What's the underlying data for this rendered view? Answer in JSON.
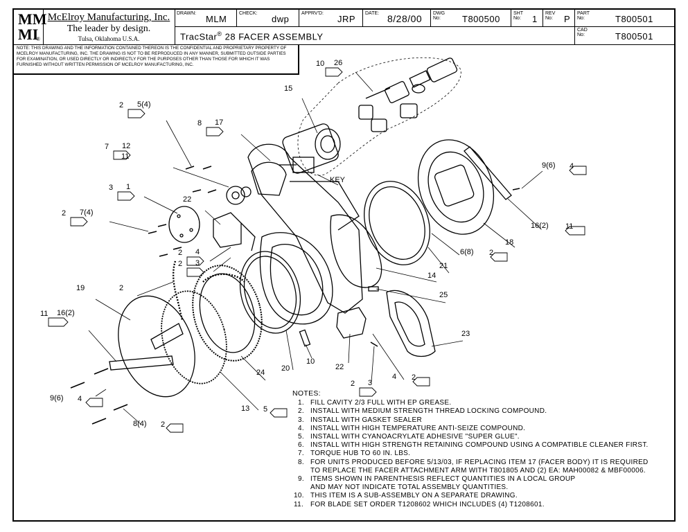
{
  "title_block": {
    "logo_top": "MM",
    "logo_bottom": "MI",
    "company_name": "McElroy Manufacturing, Inc.",
    "tagline": "The leader by design.",
    "city": "Tulsa, Oklahoma U.S.A.",
    "registered": "®",
    "drawn_label": "DRAWN:",
    "drawn_value": "MLM",
    "check_label": "CHECK:",
    "check_value": "dwp",
    "apprvd_label": "APPRV'D:",
    "apprvd_value": "JRP",
    "date_label": "DATE:",
    "date_value": "8/28/00",
    "dwg_label": "DWG No:",
    "dwg_value": "T800500",
    "sht_label": "SHT No:",
    "sht_value": "1",
    "rev_label": "REV No:",
    "rev_value": "P",
    "part_label": "PART No:",
    "part_value": "T800501",
    "cad_label": "CAD No:",
    "cad_value": "T800501",
    "assembly_title": "TracStar",
    "assembly_reg": "®",
    "assembly_rest": "28 FACER ASSEMBLY"
  },
  "confidential_note": "NOTE: THIS DRAWING AND THE INFORMATION CONTAINED THEREON IS THE CONFIDENTIAL AND PROPRIETARY PROPERTY OF McElroy Manufacturing, Inc. THE DRAWING IS NOT TO BE REPRODUCED IN ANY MANNER, SUBMITTED OUTSIDE PARTIES FOR EXAMINATION, OR USED DIRECTLY OR INDIRECTLY FOR THE PURPOSES OTHER THAN THOSE FOR WHICH IT WAS FURNISHED WITHOUT WRITTEN PERMISSION OF McElroy Manufacturing, Inc.",
  "callouts": {
    "c10_26_flag": "10",
    "c10_26": "26",
    "c15": "15",
    "c2_5_flag": "2",
    "c2_5": "5(4)",
    "c8_17_flag": "8",
    "c8_17": "17",
    "c7_12_flag": "7",
    "c7_12": "12",
    "c11": "11",
    "c3_1_flag": "3",
    "c3_1": "1",
    "c2_7_flag": "2",
    "c2_7": "7(4)",
    "c22a": "22",
    "c2_4_flag": "2",
    "c2_4": "4",
    "c2_3_flag": "2",
    "c2_3": "3",
    "c2": "2",
    "c19": "19",
    "c11_16_flag": "11",
    "c11_16": "16(2)",
    "c9_6_flag": "4",
    "c9_6": "9(6)",
    "c8_4_flag": "2",
    "c8_4": "8(4)",
    "c13_flag": "5",
    "c13": "13",
    "c24": "24",
    "c20": "20",
    "c10": "10",
    "c22b": "22",
    "c2_3b_flag": "2",
    "c2_3b": "3",
    "c4_flag": "2",
    "c4": "4",
    "c23": "23",
    "c25": "25",
    "c14": "14",
    "c21": "21",
    "c6_8_flag": "2",
    "c6_8": "6(8)",
    "c18": "18",
    "c16_2_flag": "11",
    "c16_2": "16(2)",
    "c9_6r_flag": "4",
    "c9_6r": "9(6)",
    "key": "KEY"
  },
  "notes": {
    "heading": "NOTES:",
    "items": [
      {
        "n": "1.",
        "text": "FILL CAVITY 2/3 FULL WITH EP GREASE."
      },
      {
        "n": "2.",
        "text": "INSTALL WITH MEDIUM STRENGTH THREAD LOCKING COMPOUND."
      },
      {
        "n": "3.",
        "text": "INSTALL WITH GASKET SEALER"
      },
      {
        "n": "4.",
        "text": "INSTALL WITH HIGH TEMPERATURE ANTI-SEIZE COMPOUND."
      },
      {
        "n": "5.",
        "text": "INSTALL WITH CYANOACRYLATE ADHESIVE \"SUPER GLUE\"."
      },
      {
        "n": "6.",
        "text": "INSTALL WITH HIGH STRENGTH RETAINING COMPOUND USING A COMPATIBLE CLEANER FIRST."
      },
      {
        "n": "7.",
        "text": "TORQUE HUB TO 60 IN. LBS."
      },
      {
        "n": "8.",
        "text": "FOR UNITS PRODUCED BEFORE 5/13/03, IF REPLACING ITEM 17 (FACER BODY) IT IS REQUIRED"
      },
      {
        "n": "",
        "text": "TO REPLACE THE FACER ATTACHMENT ARM WITH T801805 AND (2) EA: MAH00082 & MBF00006."
      },
      {
        "n": "9.",
        "text": "ITEMS SHOWN IN PARENTHESIS REFLECT QUANTITIES IN A LOCAL GROUP"
      },
      {
        "n": "",
        "text": "AND MAY NOT INDICATE TOTAL ASSEMBLY QUANTITIES."
      },
      {
        "n": "10.",
        "text": "THIS ITEM IS A SUB-ASSEMBLY ON A SEPARATE DRAWING."
      },
      {
        "n": "11.",
        "text": "FOR BLADE SET ORDER T1208602 WHICH INCLUDES (4) T1208601."
      }
    ]
  }
}
